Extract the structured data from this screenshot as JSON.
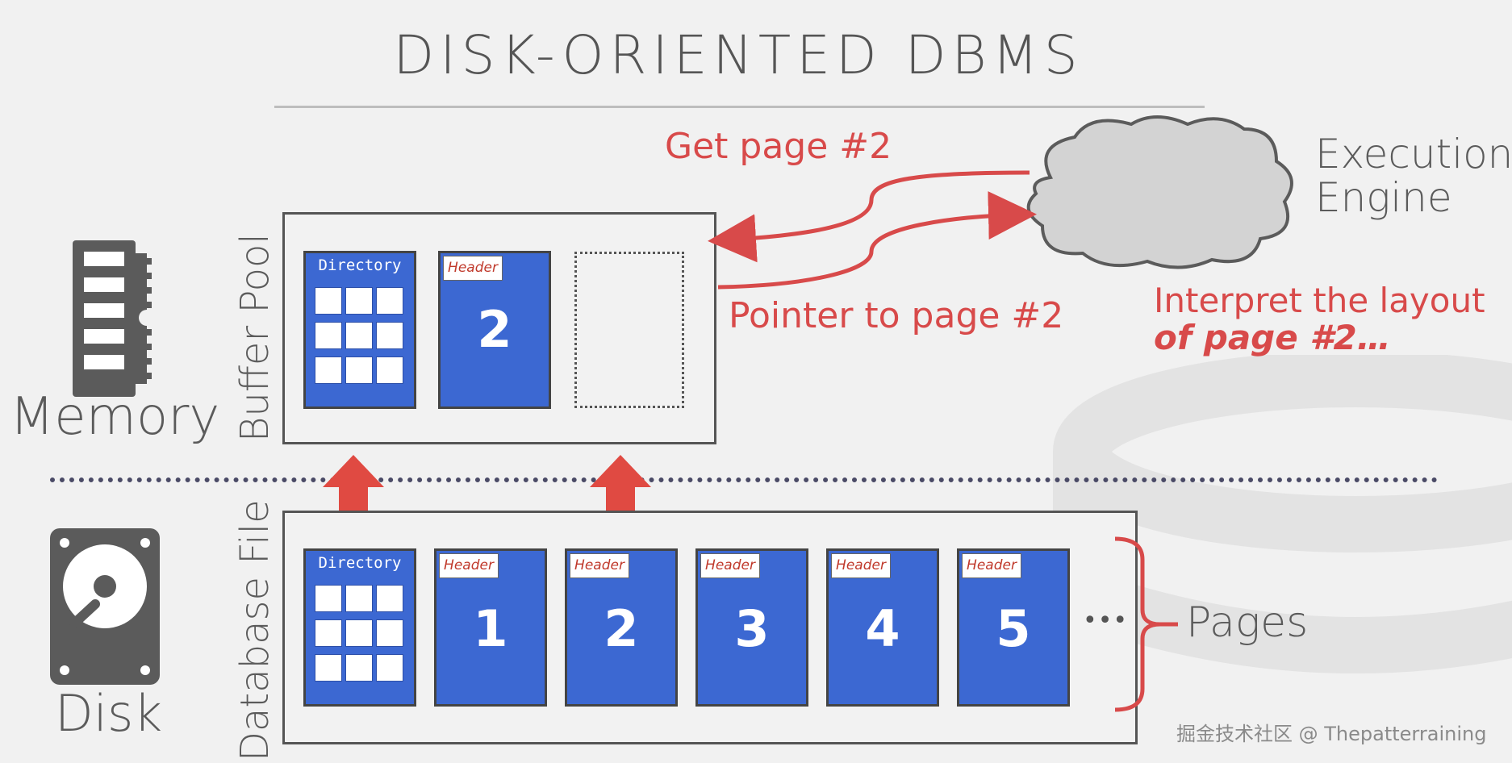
{
  "title": "DISK-ORIENTED DBMS",
  "labels": {
    "memory": "Memory",
    "disk": "Disk",
    "buffer_pool": "Buffer Pool",
    "database_file": "Database File",
    "execution_engine_line1": "Execution",
    "execution_engine_line2": "Engine",
    "pages": "Pages",
    "ellipsis": "•••"
  },
  "annotations": {
    "get_page": "Get page #2",
    "pointer": "Pointer to page #2",
    "interpret_line1": "Interpret the layout",
    "interpret_line2": "of page #2…"
  },
  "buffer_pool": {
    "directory_label": "Directory",
    "page": {
      "header": "Header",
      "number": "2"
    }
  },
  "database_file": {
    "directory_label": "Directory",
    "pages": [
      {
        "header": "Header",
        "number": "1"
      },
      {
        "header": "Header",
        "number": "2"
      },
      {
        "header": "Header",
        "number": "3"
      },
      {
        "header": "Header",
        "number": "4"
      },
      {
        "header": "Header",
        "number": "5"
      }
    ]
  },
  "watermark": "掘金技术社区 @ Thepatterraining",
  "colors": {
    "page_blue": "#3c68d2",
    "accent_red": "#d84a4a",
    "arrow_red": "#e04a42",
    "cloud_gray": "#d3d3d3",
    "icon_gray": "#5b5b5b"
  },
  "icons": {
    "memory": "ram-chip-icon",
    "disk": "hard-disk-icon",
    "execution_engine": "cloud-icon"
  }
}
